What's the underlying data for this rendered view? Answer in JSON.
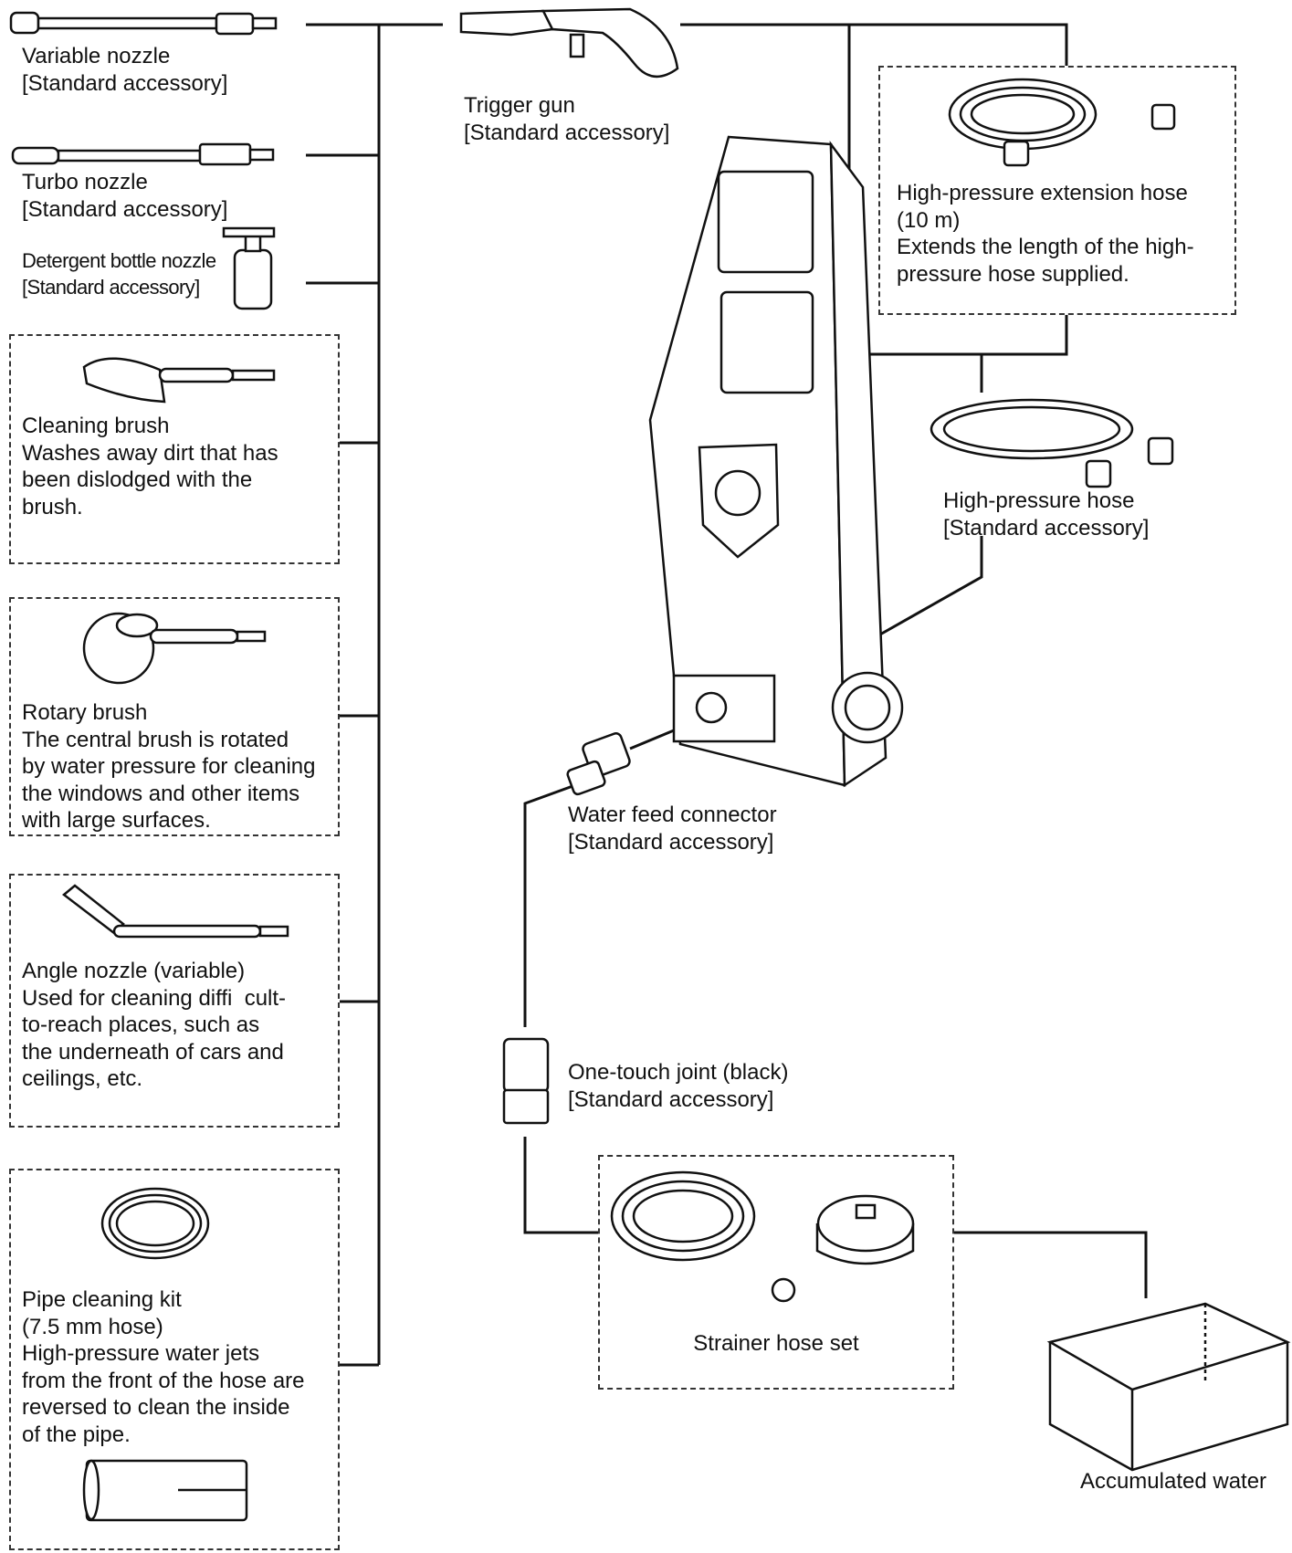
{
  "variable_nozzle": {
    "name": "Variable nozzle",
    "note": "[Standard accessory]"
  },
  "turbo_nozzle": {
    "name": "Turbo nozzle",
    "note": "[Standard accessory]"
  },
  "detergent_nozzle": {
    "name": "Detergent bottle nozzle",
    "note": "[Standard accessory]"
  },
  "cleaning_brush": {
    "name": "Cleaning brush",
    "desc1": "Washes away dirt that has",
    "desc2": "been dislodged with the",
    "desc3": "brush."
  },
  "rotary_brush": {
    "name": "Rotary brush",
    "desc1": "The central brush is rotated",
    "desc2": "by water pressure for cleaning",
    "desc3": "the windows and other items",
    "desc4": "with large surfaces."
  },
  "angle_nozzle": {
    "name": "Angle nozzle (variable)",
    "desc1": "Used for cleaning diffi  cult-",
    "desc2": "to-reach places, such as",
    "desc3": "the underneath of cars and",
    "desc4": "ceilings, etc."
  },
  "pipe_kit": {
    "name": "Pipe cleaning kit",
    "spec": "(7.5 mm hose)",
    "desc1": "High-pressure water jets",
    "desc2": "from the front of the hose are",
    "desc3": "reversed to clean the inside",
    "desc4": "of the pipe."
  },
  "trigger_gun": {
    "name": "Trigger gun",
    "note": "[Standard accessory]"
  },
  "extension_hose": {
    "name": "High-pressure extension hose",
    "spec": "(10 m)",
    "desc1": "Extends the length of the high-",
    "desc2": "pressure hose supplied."
  },
  "hp_hose": {
    "name": "High-pressure hose",
    "note": "[Standard accessory]"
  },
  "water_feed": {
    "name": "Water feed connector",
    "note": "[Standard accessory]"
  },
  "one_touch": {
    "name": "One-touch joint (black)",
    "note": "[Standard accessory]"
  },
  "strainer": {
    "name": "Strainer hose set"
  },
  "water": {
    "name": "Accumulated water"
  }
}
